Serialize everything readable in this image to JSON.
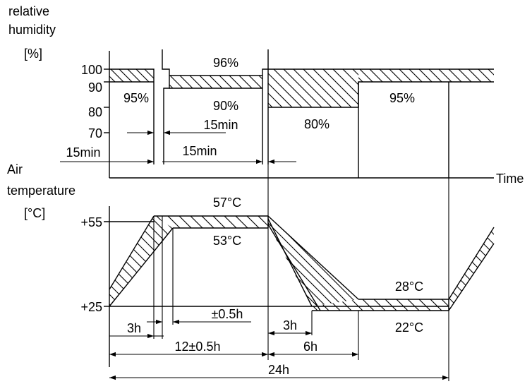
{
  "humidity_axis": {
    "title_line1": "relative",
    "title_line2": "humidity",
    "unit": "[%]",
    "ticks": [
      "100",
      "90",
      "80",
      "70"
    ]
  },
  "temperature_axis": {
    "title_line1": "Air",
    "title_line2": "temperature",
    "unit": "[°C]",
    "ticks": [
      "+55",
      "+25"
    ]
  },
  "time_axis_label": "Time",
  "humidity_values": {
    "initial": "95%",
    "high_upper": "96%",
    "high_lower": "90%",
    "low": "80%",
    "recovered": "95%"
  },
  "humidity_durations": {
    "left": "15min",
    "middle": "15min",
    "right": "15min"
  },
  "temperature_values": {
    "high_upper": "57°C",
    "high_lower": "53°C",
    "low_upper": "28°C",
    "low_lower": "22°C"
  },
  "time_durations": {
    "ramp_up": "3h",
    "tolerance": "±0.5h",
    "ramp_down": "3h",
    "high_phase": "12±0.5h",
    "low_phase": "6h",
    "cycle": "24h"
  }
}
